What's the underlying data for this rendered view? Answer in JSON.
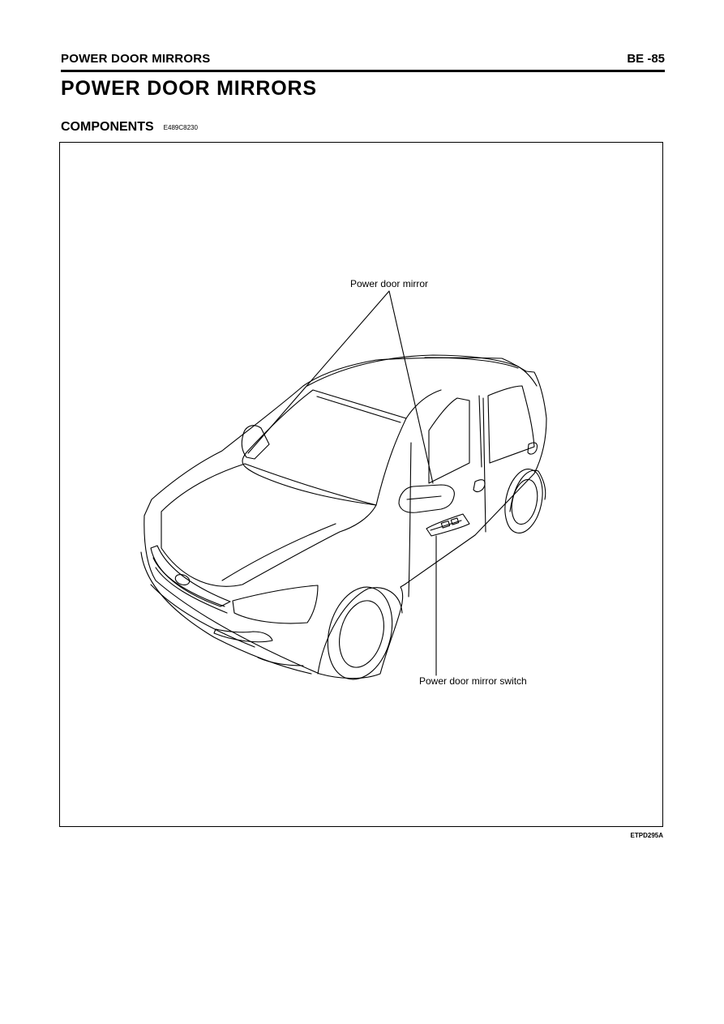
{
  "header": {
    "section_name": "POWER DOOR MIRRORS",
    "page_number": "BE -85"
  },
  "title": "POWER DOOR MIRRORS",
  "section": {
    "heading": "COMPONENTS",
    "code": "E489C8230"
  },
  "figure": {
    "callouts": {
      "mirror": "Power door mirror",
      "switch": "Power door mirror switch"
    },
    "figure_code": "ETPD295A"
  }
}
